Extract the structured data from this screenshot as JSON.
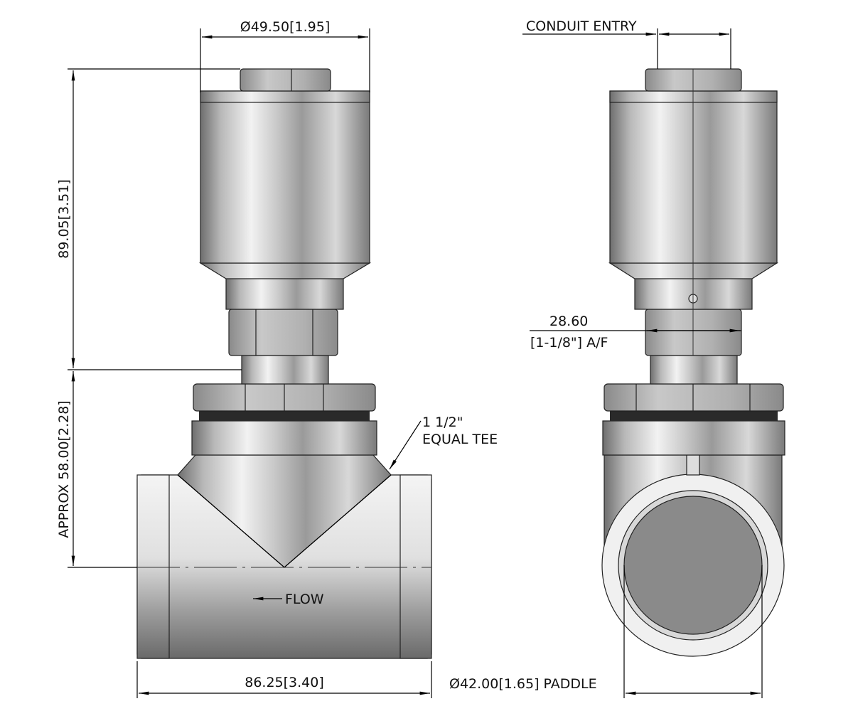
{
  "drawing": {
    "front_view": {
      "dim_top_diameter": "Ø49.50[1.95]",
      "dim_height_upper": "89.05[3.51]",
      "dim_height_lower": "APPROX 58.00[2.28]",
      "dim_tee_length": "86.25[3.40]",
      "label_tee_line1": "1 1/2\"",
      "label_tee_line2": "EQUAL TEE",
      "label_flow": "FLOW"
    },
    "side_view": {
      "label_conduit": "CONDUIT ENTRY",
      "dim_af_line1": "28.60",
      "dim_af_line2": "[1-1/8\"] A/F",
      "dim_paddle": "Ø42.00[1.65] PADDLE"
    }
  }
}
